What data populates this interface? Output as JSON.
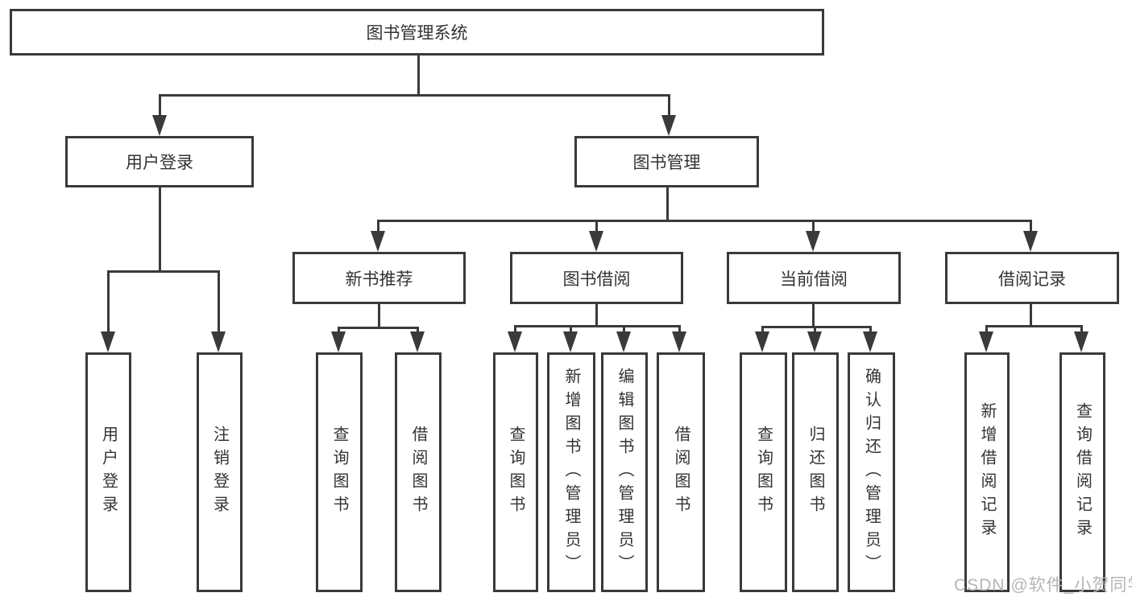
{
  "diagram": {
    "title": "图书管理系统",
    "watermark": "CSDN @软件_小贺同学",
    "colors": {
      "line": "#3a3a3a",
      "text": "#333333",
      "background": "#ffffff",
      "watermark": "#b5b5b5"
    }
  },
  "nodes": {
    "root": {
      "label": "图书管理系统"
    },
    "level2": [
      {
        "label": "用户登录"
      },
      {
        "label": "图书管理"
      }
    ],
    "level3": [
      {
        "label": "新书推荐"
      },
      {
        "label": "图书借阅"
      },
      {
        "label": "当前借阅"
      },
      {
        "label": "借阅记录"
      }
    ],
    "leaves": {
      "user_login": [
        {
          "label": "用户登录"
        },
        {
          "label": "注销登录"
        }
      ],
      "new_book": [
        {
          "label": "查询图书"
        },
        {
          "label": "借阅图书"
        }
      ],
      "book_borrow": [
        {
          "label": "查询图书"
        },
        {
          "label": "新增图书（管理员）"
        },
        {
          "label": "编辑图书（管理员）"
        },
        {
          "label": "借阅图书"
        }
      ],
      "current_borrow": [
        {
          "label": "查询图书"
        },
        {
          "label": "归还图书"
        },
        {
          "label": "确认归还（管理员）"
        }
      ],
      "borrow_records": [
        {
          "label": "新增借阅记录"
        },
        {
          "label": "查询借阅记录"
        }
      ]
    }
  }
}
